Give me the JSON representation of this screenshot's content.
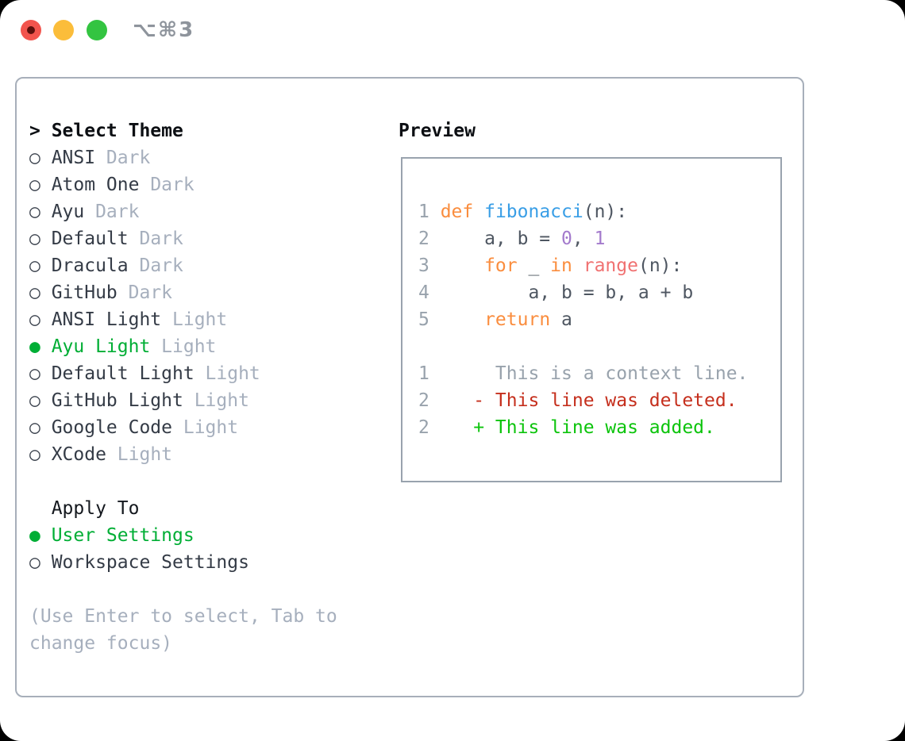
{
  "window": {
    "shortcut_label": "⌥⌘3"
  },
  "colors": {
    "selected_green": "#00ae35",
    "added_green": "#0cc40c",
    "deleted_red": "#c52f1d",
    "context_gray": "#98a2ac",
    "keyword_orange": "#fa8d3e",
    "function_blue": "#399ee6",
    "number_purple": "#a37acc",
    "builtin_coral": "#f07171",
    "code_fg": "#4e5661"
  },
  "theme_selector": {
    "prompt_marker": ">",
    "title": "Select Theme",
    "markers": {
      "selected": "●",
      "unselected": "○"
    },
    "themes": [
      {
        "name": "ANSI",
        "variant": "Dark",
        "selected": false
      },
      {
        "name": "Atom One",
        "variant": "Dark",
        "selected": false
      },
      {
        "name": "Ayu",
        "variant": "Dark",
        "selected": false
      },
      {
        "name": "Default",
        "variant": "Dark",
        "selected": false
      },
      {
        "name": "Dracula",
        "variant": "Dark",
        "selected": false
      },
      {
        "name": "GitHub",
        "variant": "Dark",
        "selected": false
      },
      {
        "name": "ANSI Light",
        "variant": "Light",
        "selected": false
      },
      {
        "name": "Ayu Light",
        "variant": "Light",
        "selected": true
      },
      {
        "name": "Default Light",
        "variant": "Light",
        "selected": false
      },
      {
        "name": "GitHub Light",
        "variant": "Light",
        "selected": false
      },
      {
        "name": "Google Code",
        "variant": "Light",
        "selected": false
      },
      {
        "name": "XCode",
        "variant": "Light",
        "selected": false
      }
    ],
    "apply_to": {
      "title": "Apply To",
      "options": [
        {
          "label": "User Settings",
          "selected": true
        },
        {
          "label": "Workspace Settings",
          "selected": false
        }
      ]
    },
    "hint": "(Use Enter to select, Tab to change focus)"
  },
  "preview": {
    "title": "Preview",
    "lines": [
      {
        "num": "1",
        "tokens": [
          {
            "text": "def",
            "color": "keyword_orange"
          },
          {
            "text": " ",
            "color": "code_fg"
          },
          {
            "text": "fibonacci",
            "color": "function_blue"
          },
          {
            "text": "(n):",
            "color": "code_fg"
          }
        ]
      },
      {
        "num": "2",
        "tokens": [
          {
            "text": "    a, b = ",
            "color": "code_fg"
          },
          {
            "text": "0",
            "color": "number_purple"
          },
          {
            "text": ", ",
            "color": "code_fg"
          },
          {
            "text": "1",
            "color": "number_purple"
          }
        ]
      },
      {
        "num": "3",
        "tokens": [
          {
            "text": "    ",
            "color": "code_fg"
          },
          {
            "text": "for",
            "color": "keyword_orange"
          },
          {
            "text": " _ ",
            "color": "code_fg"
          },
          {
            "text": "in",
            "color": "keyword_orange"
          },
          {
            "text": " ",
            "color": "code_fg"
          },
          {
            "text": "range",
            "color": "builtin_coral"
          },
          {
            "text": "(n):",
            "color": "code_fg"
          }
        ]
      },
      {
        "num": "4",
        "tokens": [
          {
            "text": "        a, b = b, a + b",
            "color": "code_fg"
          }
        ]
      },
      {
        "num": "5",
        "tokens": [
          {
            "text": "    ",
            "color": "code_fg"
          },
          {
            "text": "return",
            "color": "keyword_orange"
          },
          {
            "text": " a",
            "color": "code_fg"
          }
        ]
      },
      {
        "num": "",
        "tokens": []
      },
      {
        "num": "1",
        "tokens": [
          {
            "text": "     This is a context line.",
            "color": "context_gray"
          }
        ]
      },
      {
        "num": "2",
        "tokens": [
          {
            "text": "   - This line was deleted.",
            "color": "deleted_red"
          }
        ]
      },
      {
        "num": "2",
        "tokens": [
          {
            "text": "   + This line was added.",
            "color": "added_green"
          }
        ]
      }
    ]
  }
}
